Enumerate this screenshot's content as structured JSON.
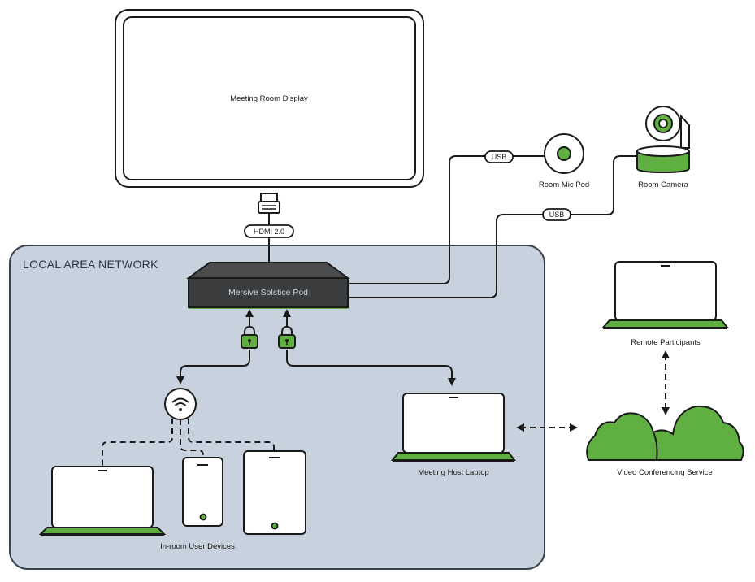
{
  "network": {
    "label": "LOCAL AREA NETWORK"
  },
  "display": {
    "label": "Meeting Room Display"
  },
  "hdmi": {
    "label": "HDMI 2.0"
  },
  "pod": {
    "label": "Mersive Solstice Pod"
  },
  "usb_top": {
    "label": "USB"
  },
  "usb_bottom": {
    "label": "USB"
  },
  "mic": {
    "label": "Room Mic Pod"
  },
  "camera": {
    "label": "Room Camera"
  },
  "remote": {
    "label": "Remote Participants"
  },
  "host_laptop": {
    "label": "Meeting Host Laptop"
  },
  "cloud": {
    "label": "Video Conferencing Service"
  },
  "user_devices": {
    "label": "In-room User Devices"
  },
  "colors": {
    "accent": "#5fb041",
    "lan_bg": "#c8d2de",
    "pod": "#3a3c3e"
  }
}
